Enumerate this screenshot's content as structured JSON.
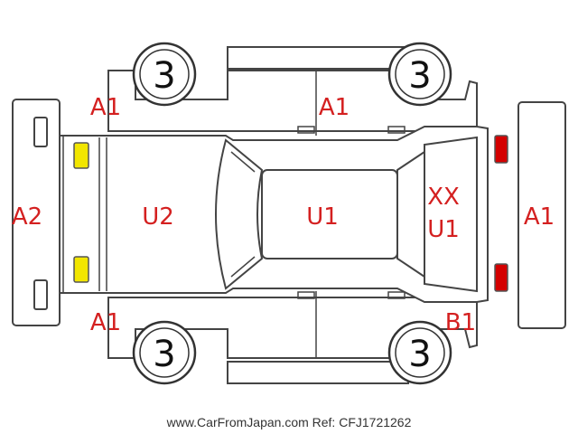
{
  "colors": {
    "code": "#d42020",
    "lamp_front": "#f2e600",
    "lamp_rear": "#d40000",
    "outline": "#444444"
  },
  "tyres": {
    "front_left": "3",
    "rear_left": "3",
    "front_right": "3",
    "rear_right": "3"
  },
  "codes": {
    "front_bumper": "A2",
    "front_left_fender": "A1",
    "left_doors": "A1",
    "hood": "U2",
    "roof": "U1",
    "rear_glass_line1": "XX",
    "rear_glass_line2": "U1",
    "rear_bumper": "A1",
    "front_right_fender": "A1",
    "rear_right_quarter": "B1"
  },
  "footer": {
    "watermark": "www.CarFromJapan.com Ref: CFJ1721262"
  }
}
